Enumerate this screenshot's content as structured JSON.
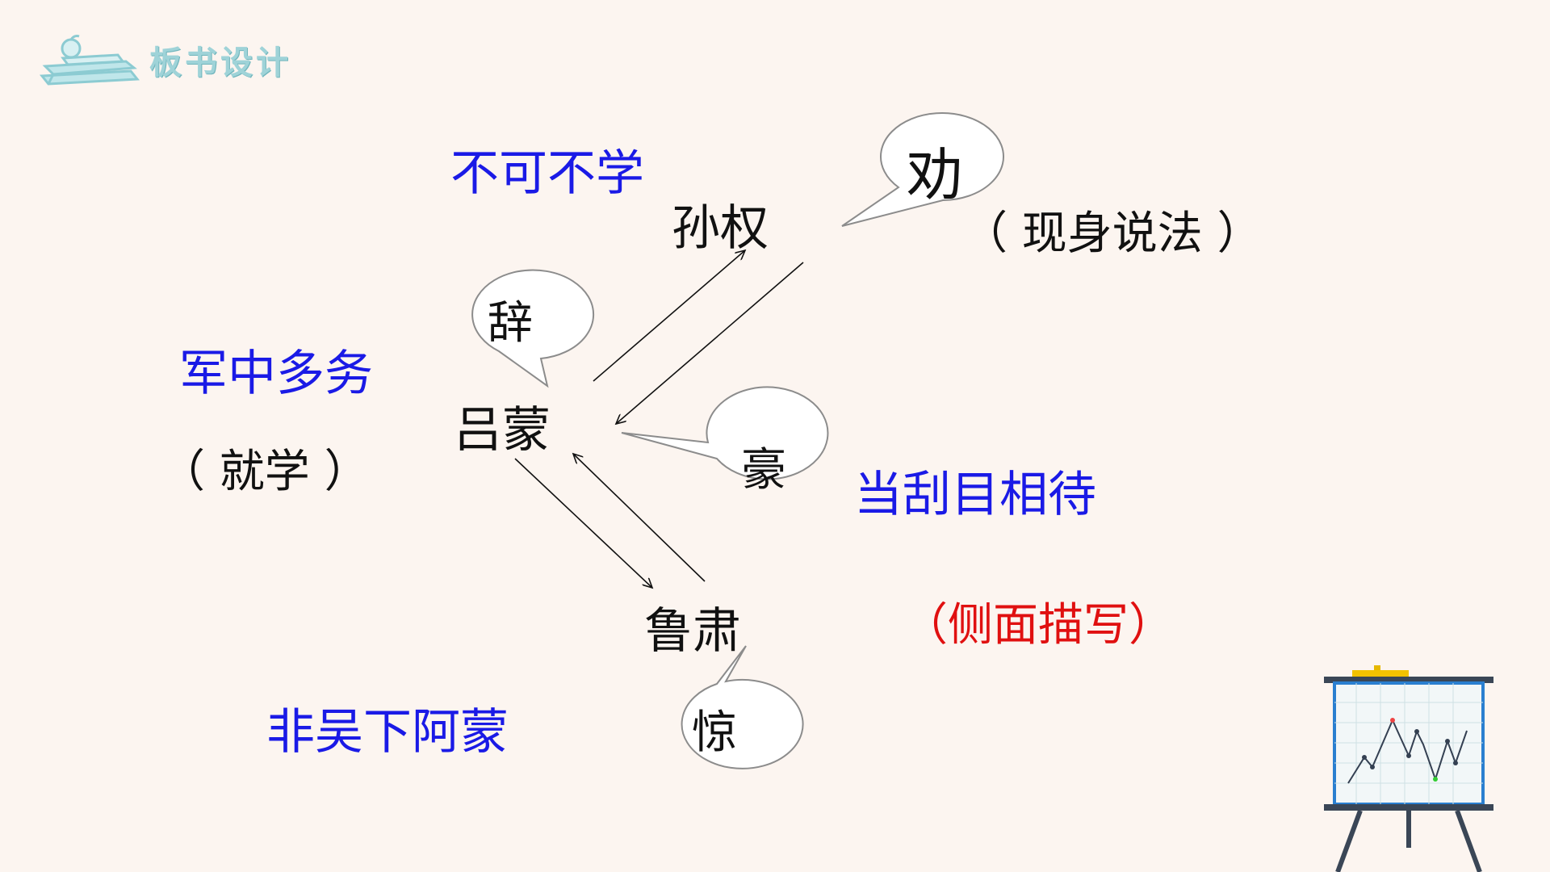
{
  "header": {
    "title": "板书设计",
    "icon": "books-apple-icon"
  },
  "labels": {
    "sunquan": "孙权",
    "lvmeng": "吕蒙",
    "lusu": "鲁肃",
    "bukebuxue": "不可不学",
    "junzhong": "军中多务",
    "jiuxue": "（ 就学 ）",
    "dangguamu": "当刮目相待",
    "feiwuxia": "非吴下阿蒙",
    "xianshen": "（ 现身说法 ）",
    "cemian": "（侧面描写）"
  },
  "bubbles": {
    "quan": "劝",
    "ci": "辞",
    "hao": "豪",
    "jing": "惊"
  },
  "colors": {
    "background": "#fcf5f0",
    "blue_text": "#1a1ae6",
    "black_text": "#111111",
    "red_text": "#e01010",
    "header_text": "#9fd3d8"
  },
  "decor": {
    "easel": "chart-easel-icon"
  }
}
